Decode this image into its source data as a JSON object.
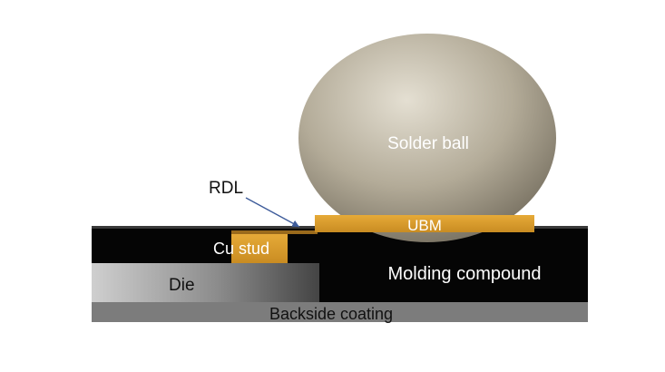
{
  "labels": {
    "solder_ball": "Solder ball",
    "rdl": "RDL",
    "ubm": "UBM",
    "cu_stud": "Cu stud",
    "molding_compound": "Molding compound",
    "die": "Die",
    "backside_coating": "Backside coating"
  },
  "colors": {
    "background": "#ffffff",
    "molding": "#050505",
    "copper": "#d49a2c",
    "backside": "#7c7c7c",
    "die_light": "#c9c9c9",
    "die_dark": "#444444",
    "ball_light": "#e4dfd2",
    "ball_dark": "#726b5c",
    "arrow": "#3d5b9a"
  }
}
